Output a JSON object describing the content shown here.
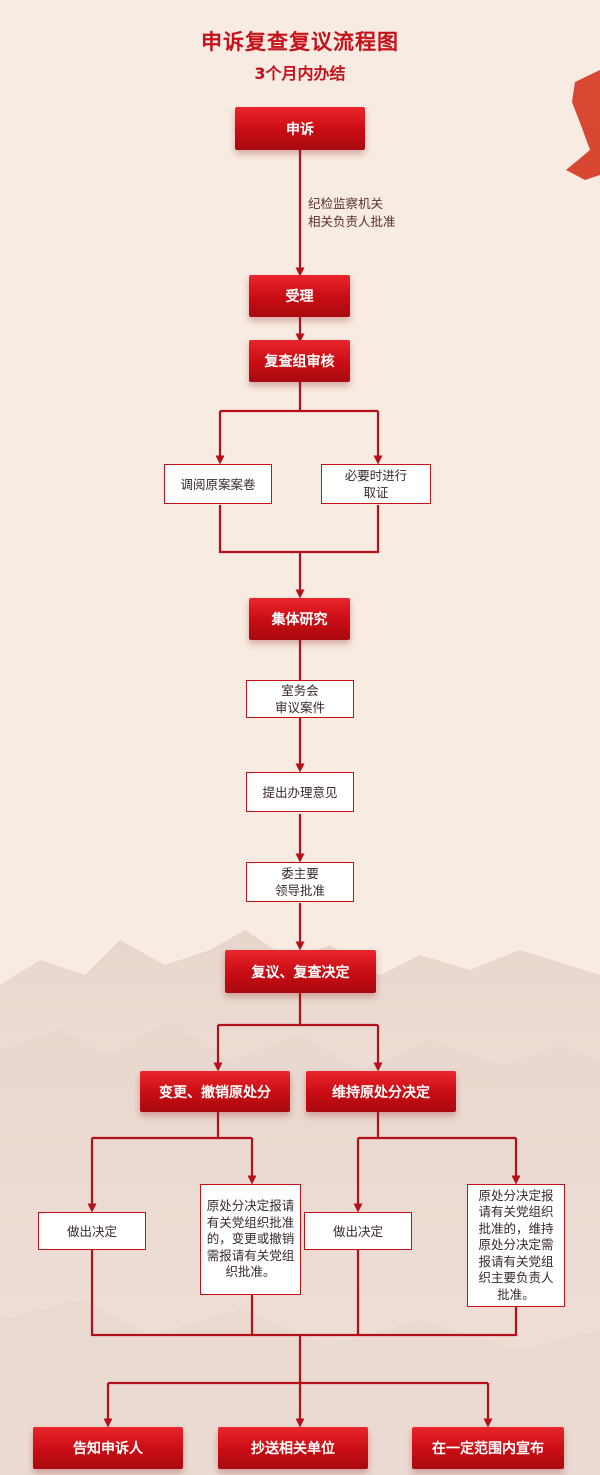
{
  "header": {
    "title": "申诉复查复议流程图",
    "subtitle": "3个月内办结"
  },
  "steps": {
    "complaint": "申诉",
    "approval_note": "纪检监察机关\n相关负责人批准",
    "accept": "受理",
    "review": "复查组审核",
    "read_files": "调阅原案案卷",
    "collect_evidence": "必要时进行\n取证",
    "collective_study": "集体研究",
    "office_meeting": "室务会\n审议案件",
    "propose_opinion": "提出办理意见",
    "leader_approval": "委主要\n领导批准",
    "decision": "复议、复查决定",
    "change_revoke": "变更、撤销原处分",
    "maintain": "维持原处分决定",
    "left_make_decision": "做出决定",
    "left_report_note": "原处分决定报请有关党组织批准的，变更或撤销需报请有关党组织批准。",
    "right_make_decision": "做出决定",
    "right_report_note": "原处分决定报请有关党组织批准的，维持原处分决定需报请有关党组织主要负责人批准。",
    "notify": "告知申诉人",
    "send_units": "抄送相关单位",
    "announce": "在一定范围内宣布"
  },
  "colors": {
    "accent": "#c8101a",
    "background": "#f8ebe2"
  }
}
